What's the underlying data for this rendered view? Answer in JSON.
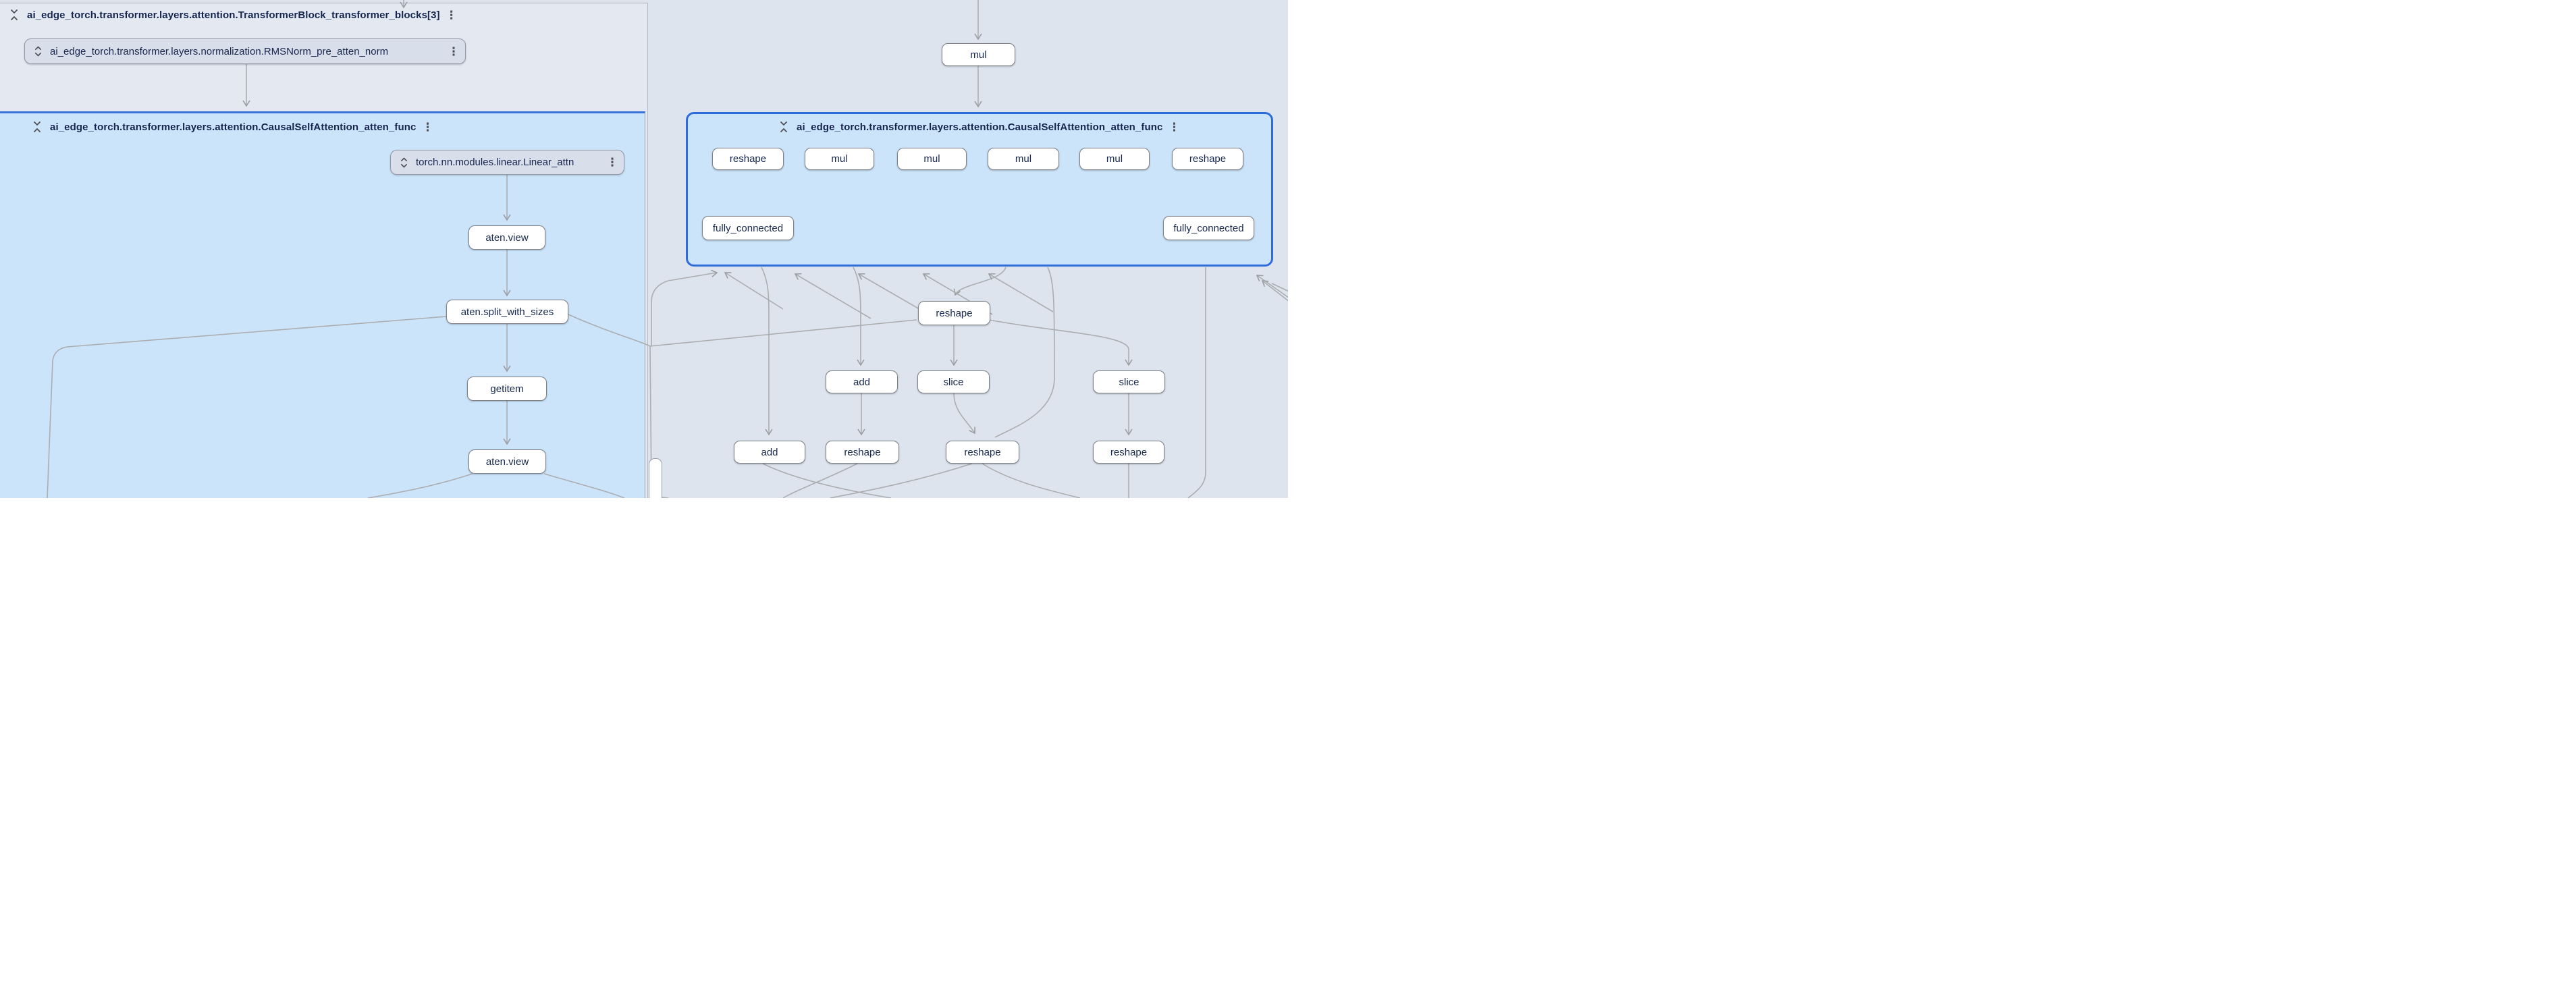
{
  "panels": {
    "transformer_block": {
      "title": "ai_edge_torch.transformer.layers.attention.TransformerBlock_transformer_blocks[3]"
    },
    "attn_left": {
      "title": "ai_edge_torch.transformer.layers.attention.CausalSelfAttention_atten_func"
    },
    "attn_right": {
      "title": "ai_edge_torch.transformer.layers.attention.CausalSelfAttention_atten_func"
    }
  },
  "group_nodes": {
    "rms_norm": {
      "label": "ai_edge_torch.transformer.layers.normalization.RMSNorm_pre_atten_norm"
    },
    "linear_attn": {
      "label": "torch.nn.modules.linear.Linear_attn"
    }
  },
  "op_nodes": {
    "mul_top": "mul",
    "view1": "aten.view",
    "split": "aten.split_with_sizes",
    "getitem": "getitem",
    "view2": "aten.view",
    "r_reshape1": "reshape",
    "r_mul1": "mul",
    "r_mul2": "mul",
    "r_mul3": "mul",
    "r_mul4": "mul",
    "r_reshape2": "reshape",
    "fc1": "fully_connected",
    "fc2": "fully_connected",
    "b_reshape1": "reshape",
    "b_add1": "add",
    "b_slice1": "slice",
    "b_slice2": "slice",
    "b_add2": "add",
    "b_reshape2": "reshape",
    "b_reshape3": "reshape",
    "b_reshape4": "reshape"
  },
  "icons": {
    "collapse": "unfold-less-icon",
    "expand": "unfold-more-icon",
    "menu": "kebab-menu-icon"
  },
  "colors": {
    "selected_border": "#2f6cdb",
    "group_fill": "#cbe4fa",
    "container_fill": "#e3e8f1",
    "canvas": "#dee4ee",
    "node_border": "#7e8288",
    "edge": "#a9abae",
    "text": "#16254e"
  }
}
